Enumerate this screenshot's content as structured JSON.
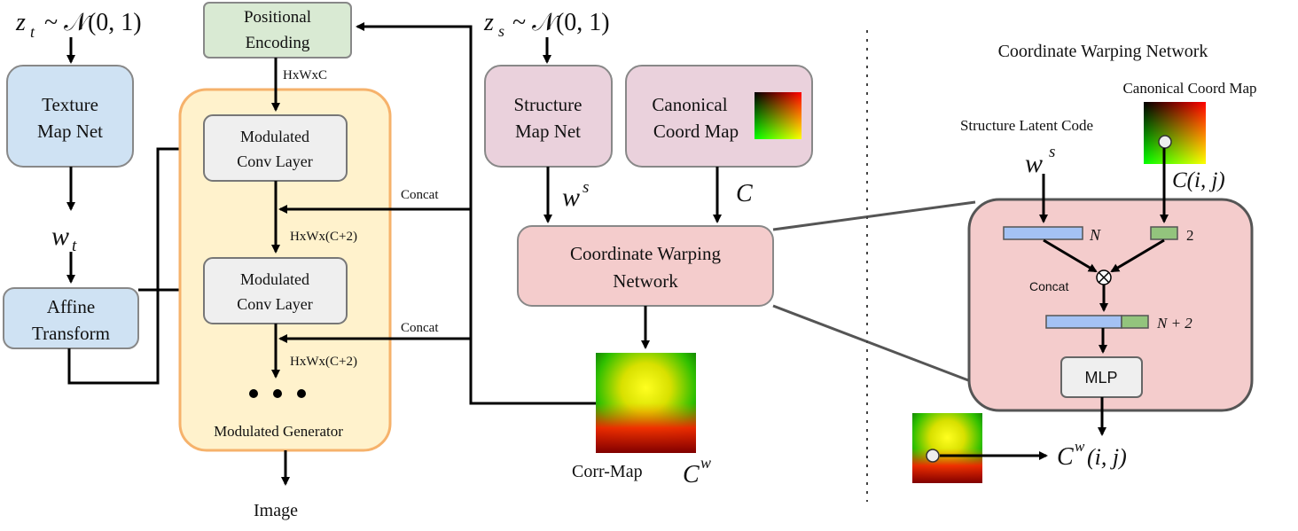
{
  "left": {
    "zt_dist": "z_t ~ N(0, 1)",
    "zt_var": "z",
    "zt_sub": "t",
    "zt_rest": "~ 𝒩(0, 1)",
    "texture_map_net": [
      "Texture",
      "Map Net"
    ],
    "wt_var": "w",
    "wt_sub": "t",
    "affine_transform": [
      "Affine",
      "Transform"
    ]
  },
  "generator": {
    "positional_encoding": [
      "Positional",
      "Encoding"
    ],
    "hxwxc": "HxWxC",
    "conv1": [
      "Modulated",
      "Conv Layer"
    ],
    "conv2": [
      "Modulated",
      "Conv Layer"
    ],
    "hxwx_c2_a": "HxWx(C+2)",
    "hxwx_c2_b": "HxWx(C+2)",
    "concat_a": "Concat",
    "concat_b": "Concat",
    "dots": "• • •",
    "title": "Modulated Generator",
    "output": "Image"
  },
  "middle": {
    "zs_var": "z",
    "zs_sub": "s",
    "zs_rest": "~ 𝒩(0, 1)",
    "structure_map_net": [
      "Structure",
      "Map Net"
    ],
    "canonical_coord_map": [
      "Canonical",
      "Coord Map"
    ],
    "ws_var": "w",
    "ws_sup": "s",
    "c_var": "C",
    "cwn": [
      "Coordinate Warping",
      "Network"
    ],
    "corr_map": "Corr-Map",
    "cw_var": "C",
    "cw_sup": "w"
  },
  "right": {
    "title": "Coordinate Warping Network",
    "canonical_coord_map": "Canonical Coord Map",
    "structure_latent_code": "Structure Latent Code",
    "ws_var": "w",
    "ws_sup": "s",
    "cij": "C(i, j)",
    "n_label": "N",
    "two_label": "2",
    "concat": "Concat",
    "n_plus_2": "N + 2",
    "mlp": "MLP",
    "cw_var": "C",
    "cw_sup": "w",
    "cw_args": "(i, j)"
  },
  "colors": {
    "blue_box": "#cfe2f3",
    "green_box": "#d9ead3",
    "orange_box": "#fff2cc",
    "orange_border": "#f6b26b",
    "pink_box": "#ead1dc",
    "salmon_box": "#f4cccc",
    "gray_box": "#efefef",
    "bar_blue": "#a4c2f4",
    "bar_green": "#93c47d"
  }
}
